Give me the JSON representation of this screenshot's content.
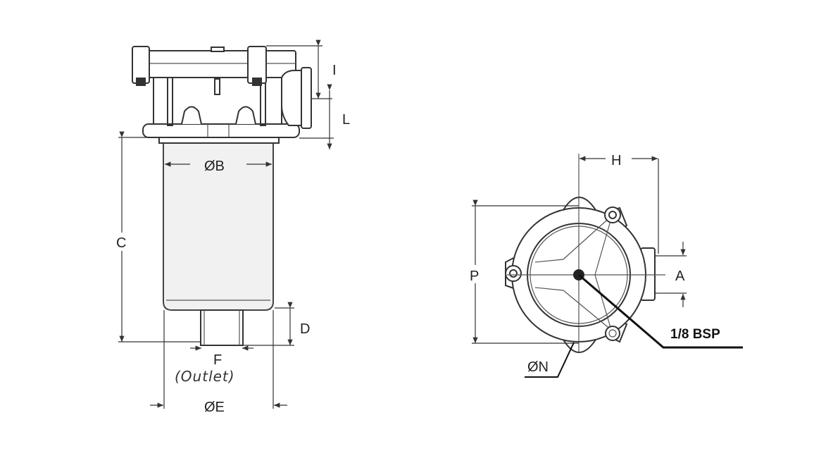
{
  "title": "Return line filter dimensional drawing",
  "side_view": {
    "labels": {
      "I": "I",
      "L": "L",
      "B": "ØB",
      "C": "C",
      "D": "D",
      "F": "F",
      "outlet": "(Outlet)",
      "E": "ØE"
    }
  },
  "top_view": {
    "labels": {
      "H": "H",
      "P": "P",
      "A": "A",
      "port": "1/8 BSP",
      "N": "ØN"
    }
  }
}
